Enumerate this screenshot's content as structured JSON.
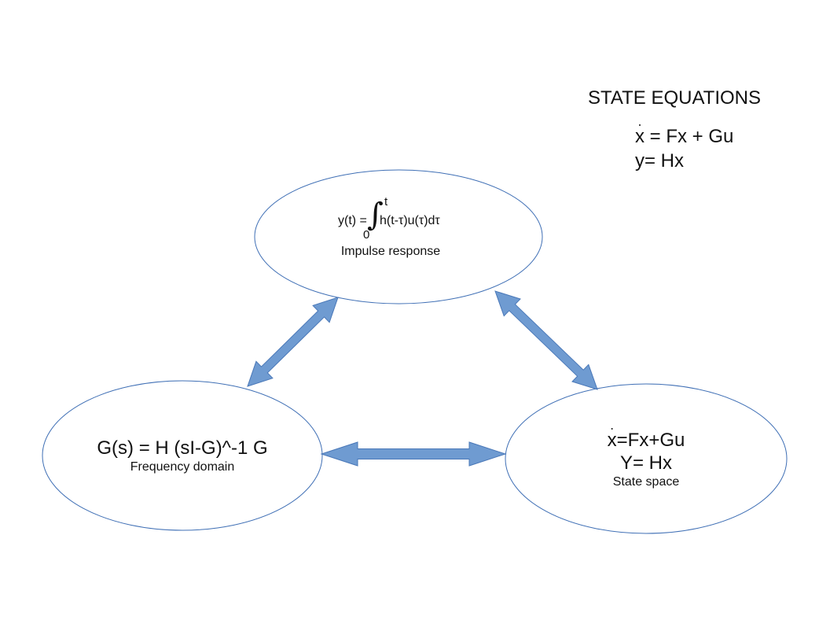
{
  "state_equations": {
    "title": "STATE EQUATIONS",
    "eq1_var": "x",
    "eq1_rest": " = Fx + Gu",
    "eq2": "y= Hx"
  },
  "impulse_response": {
    "upper_limit": "t",
    "lhs": "y(t) =",
    "integral_sign": "∫",
    "integrand": "h(t-τ)u(τ)dτ",
    "lower_limit": "0",
    "label": "Impulse response"
  },
  "frequency_domain": {
    "equation": "G(s) = H (sI-G)^-1 G",
    "label": "Frequency domain"
  },
  "state_space": {
    "eq1_var": "x",
    "eq1_rest": "=Fx+Gu",
    "eq2": "Y= Hx",
    "label": "State space"
  },
  "colors": {
    "ellipse_stroke": "#3f6fb5",
    "arrow_fill": "#6f9bd1",
    "arrow_stroke": "#4a78b8",
    "text": "#111111"
  }
}
